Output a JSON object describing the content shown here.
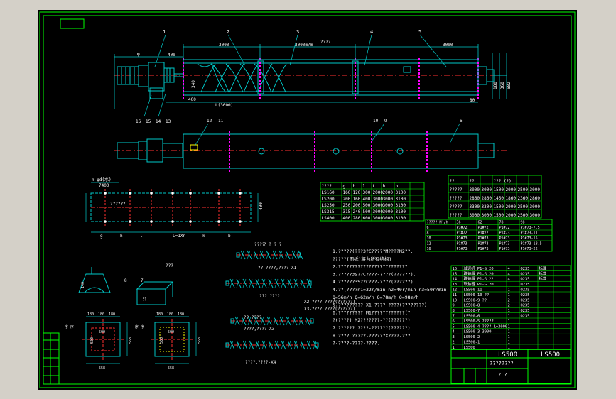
{
  "colors": {
    "background": "#000000",
    "frame": "#00ff00",
    "outline": "#00c8c8",
    "centerline": "#ff3030",
    "magenta": "#ff00ff",
    "white": "#ffffff",
    "yellow": "#ffff00",
    "canvas": "#d4d0c8"
  },
  "top_view": {
    "dims": [
      "3000",
      "3000m/m",
      "3000",
      "400",
      "400",
      "L(3000)",
      "80",
      "180",
      "360",
      "682",
      "340"
    ],
    "title_mark": "????",
    "parts": [
      "1",
      "2",
      "3",
      "4",
      "5"
    ],
    "bottom_parts": [
      "16",
      "15",
      "14",
      "13"
    ],
    "q": "φ"
  },
  "mid_view": {
    "parts_left": [
      "12",
      "11"
    ],
    "parts_right": [
      "10",
      "9"
    ],
    "part_end": "6"
  },
  "plan_view": {
    "label_top": "n-φd(水)",
    "dim_top": "7400",
    "dim_right": "400",
    "inner": "??????",
    "labels": [
      "g",
      "h",
      "l",
      "L=1Xn",
      "k",
      "b"
    ]
  },
  "table1": {
    "header": [
      "????",
      "g",
      "h",
      "l",
      "L",
      "h",
      "b"
    ],
    "rows": [
      [
        "LS160",
        "160",
        "120",
        "300",
        "2000",
        "2000",
        "3100"
      ],
      [
        "LS200",
        "200",
        "160",
        "400",
        "3000",
        "3000",
        "3100"
      ],
      [
        "LS250",
        "250",
        "200",
        "500",
        "3000",
        "3000",
        "3100"
      ],
      [
        "LS315",
        "315",
        "240",
        "500",
        "3000",
        "3000",
        "3100"
      ],
      [
        "LS400",
        "400",
        "280",
        "600",
        "3000",
        "3000",
        "3100"
      ]
    ]
  },
  "table2": {
    "header": [
      "??",
      "??",
      "???L(?)"
    ],
    "rows": [
      [
        "?????",
        "3000",
        "3000",
        "1500",
        "2000",
        "2500",
        "3000"
      ],
      [
        "?????",
        "2860",
        "2860",
        "1450",
        "1860",
        "2360",
        "2860"
      ],
      [
        "?????",
        "3300",
        "3300",
        "1500",
        "2000",
        "2500",
        "3000"
      ],
      [
        "?????",
        "3000",
        "3000",
        "1500",
        "2000",
        "2500",
        "3000"
      ]
    ]
  },
  "table3": {
    "header": [
      "????? M³/h",
      "36",
      "62",
      "78",
      "98"
    ],
    "rows": [
      [
        "6",
        "P1#72",
        "P1#72",
        "P1#72",
        "P1#73-7.5"
      ],
      [
        "8",
        "P1#72",
        "P1#72",
        "P1#73",
        "P1#73-11"
      ],
      [
        "10",
        "P1#73",
        "P1#73",
        "P1#73",
        "P1#73-15"
      ],
      [
        "12",
        "P1#73",
        "P1#73",
        "P1#73",
        "P1#73-18.5"
      ],
      [
        "16",
        "P1#73",
        "P1#73",
        "P1#73",
        "P1#73-22"
      ]
    ]
  },
  "screws": {
    "title": "????",
    "labels": [
      "? ? ? ?",
      "??  ????,????-X1",
      "???  ????",
      "X2-????  ????(??????)",
      "X3-????  ????(??????)",
      "????,????-X3",
      "??   ????",
      "????,????-X4"
    ]
  },
  "notes": [
    "1.?????(???3?C?????M????M2??,",
    "  ?????(图纸)将为所有结构)",
    "2.?????????????????????????",
    "3.?????3S??C????-????(??????).",
    "4.??????3S??C???-????(??????).",
    "4.??(????n1=32r/min n2=40r/min n3=50r/min",
    "  Q=56m/h  Q=62m/h  Q=78m/h  Q=98m/h",
    "5.????????? X1-???? ????(????????)",
    "6.????????? M1????????????(?",
    "  ?(????) M2???????-??(??????)",
    "7.?????? ????-??????(??????)",
    "8.????.?????-??????X????-???",
    "  ?-????-????-????."
  ],
  "details": {
    "item8": "8",
    "item7": "7",
    "item_mid": "???",
    "dims_left": [
      "180",
      "180",
      "180",
      "500",
      "500",
      "558",
      "558"
    ],
    "dims_right": [
      "180",
      "180",
      "180",
      "500",
      "500",
      "558",
      "558"
    ],
    "label_left": "序-序",
    "label_right": "序-序",
    "h": "140",
    "h2": "15"
  },
  "bom": {
    "rows": [
      [
        "16",
        "减速机 P1-G  20",
        "4",
        "Q235",
        "标准"
      ],
      [
        "15",
        "联轴器 P1-G  20",
        "4",
        "Q235",
        "标准"
      ],
      [
        "14",
        "联轴器 P1-G  22",
        "4",
        "Q235",
        "标准"
      ],
      [
        "13",
        "联轴器 P1-G  20",
        "1",
        "Q235",
        ""
      ],
      [
        "12",
        "LS500-11",
        "1",
        "Q235",
        ""
      ],
      [
        "11",
        "LS500-10 ??",
        "1",
        "Q235",
        ""
      ],
      [
        "10",
        "LS500-9  ??",
        "2",
        "Q235",
        ""
      ],
      [
        "9",
        "LS500-8",
        "2",
        "Q235",
        ""
      ],
      [
        "8",
        "LS500-7",
        "1",
        "Q235",
        ""
      ],
      [
        "7",
        "LS500-6",
        "1",
        "Q235",
        ""
      ],
      [
        "6",
        "LS500-5 ?????",
        "1",
        "",
        ""
      ],
      [
        "5",
        "LS500-4 ???? L=3000",
        "1",
        "",
        ""
      ],
      [
        "4",
        "LS500-3   3000",
        "1",
        "",
        ""
      ],
      [
        "3",
        "LS500-2",
        "1",
        "",
        ""
      ],
      [
        "2",
        "LS500-1",
        "1",
        "",
        ""
      ],
      [
        "1",
        "LS500",
        "1",
        "",
        ""
      ]
    ],
    "title1": "LS500",
    "title2": "LS500",
    "subtitle": "????????",
    "sign": "?   ?"
  }
}
